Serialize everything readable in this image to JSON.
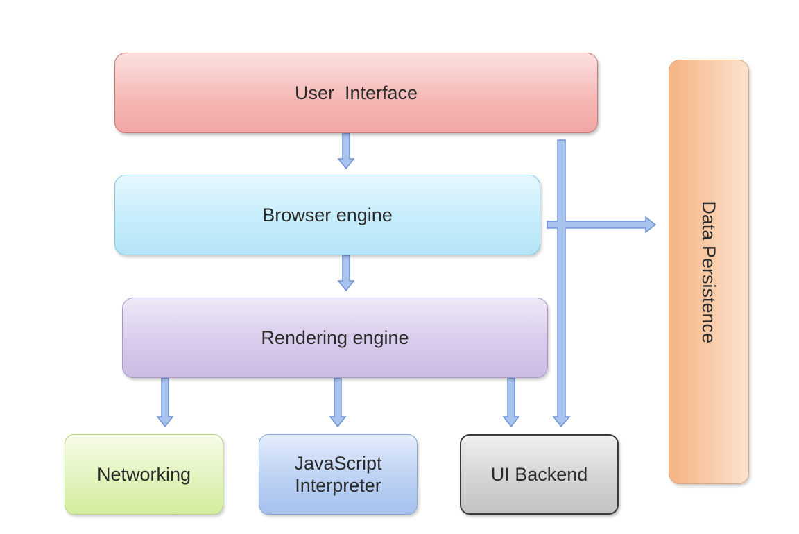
{
  "diagram": {
    "user_interface": "User  Interface",
    "browser_engine": "Browser engine",
    "rendering_engine": "Rendering engine",
    "networking": "Networking",
    "javascript_interpreter": {
      "line1": "JavaScript",
      "line2": "Interpreter"
    },
    "ui_backend": "UI Backend",
    "data_persistence": "Data Persistence"
  },
  "colors": {
    "arrow_fill": "#a9c3ef",
    "arrow_stroke": "#6f93d6"
  }
}
